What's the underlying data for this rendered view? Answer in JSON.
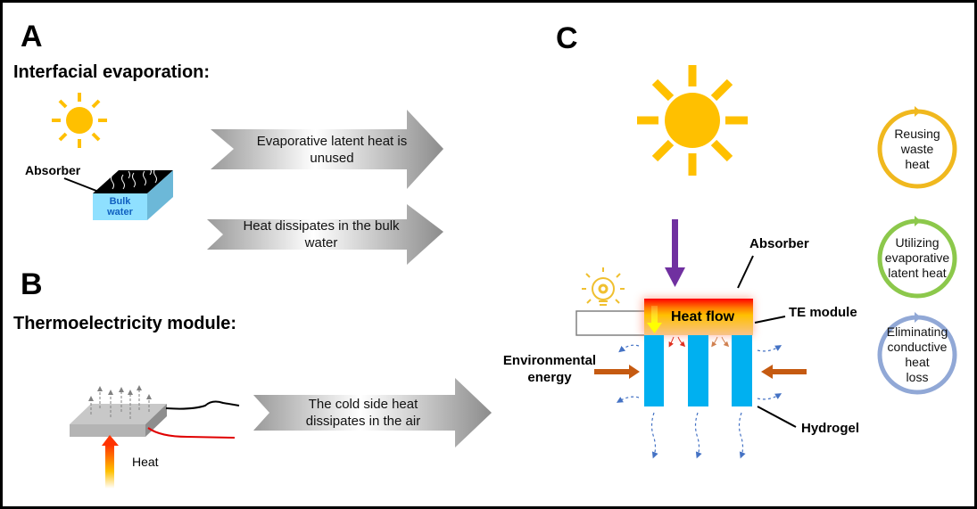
{
  "panels": {
    "a": {
      "letter": "A",
      "title": "Interfacial evaporation:",
      "absorber_label": "Absorber",
      "bulk_water_line1": "Bulk",
      "bulk_water_line2": "water",
      "arrows": [
        {
          "line1": "Evaporative  latent heat is",
          "line2": "unused"
        },
        {
          "line1": "Heat dissipates in the bulk",
          "line2": "water"
        }
      ]
    },
    "b": {
      "letter": "B",
      "title": "Thermoelectricity module:",
      "heat_label": "Heat",
      "arrow": {
        "line1": "The cold side heat",
        "line2": "dissipates in the air"
      }
    },
    "c": {
      "letter": "C",
      "absorber_label": "Absorber",
      "heat_flow_label": "Heat flow",
      "te_module_label": "TE module",
      "environmental_line1": "Environmental",
      "environmental_line2": "energy",
      "hydrogel_label": "Hydrogel",
      "benefits": [
        {
          "lines": [
            "Reusing",
            "waste",
            "heat"
          ],
          "color": "#f0b81e"
        },
        {
          "lines": [
            "Utilizing",
            "evaporative",
            "latent heat"
          ],
          "color": "#8cc84b"
        },
        {
          "lines": [
            "Eliminating",
            "conductive",
            "heat",
            "loss"
          ],
          "color": "#91a8d6"
        }
      ]
    }
  },
  "colors": {
    "sun": "#ffc000",
    "purple_arrow": "#7030a0",
    "hydrogel": "#00b0f0",
    "env_arrow": "#c55a11",
    "vapor": "#4472c4"
  }
}
